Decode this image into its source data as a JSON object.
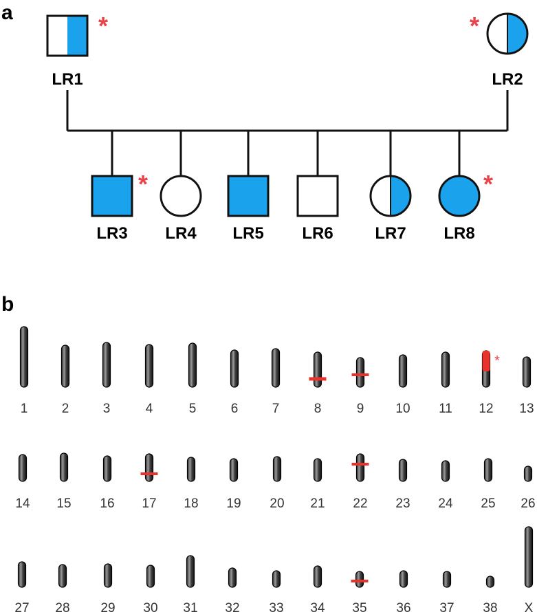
{
  "panel_a": {
    "letter": "a",
    "individuals": [
      {
        "id": "LR1",
        "label": "LR1",
        "sex": "male",
        "fill": "half",
        "asterisk": true
      },
      {
        "id": "LR2",
        "label": "LR2",
        "sex": "female",
        "fill": "half",
        "asterisk": true
      },
      {
        "id": "LR3",
        "label": "LR3",
        "sex": "male",
        "fill": "full",
        "asterisk": true
      },
      {
        "id": "LR4",
        "label": "LR4",
        "sex": "female",
        "fill": "none",
        "asterisk": false
      },
      {
        "id": "LR5",
        "label": "LR5",
        "sex": "male",
        "fill": "full",
        "asterisk": false
      },
      {
        "id": "LR6",
        "label": "LR6",
        "sex": "male",
        "fill": "none",
        "asterisk": false
      },
      {
        "id": "LR7",
        "label": "LR7",
        "sex": "female",
        "fill": "half",
        "asterisk": false
      },
      {
        "id": "LR8",
        "label": "LR8",
        "sex": "female",
        "fill": "full",
        "asterisk": true
      }
    ],
    "asterisk_symbol": "*"
  },
  "panel_b": {
    "letter": "b",
    "chromosomes": [
      {
        "label": "1"
      },
      {
        "label": "2"
      },
      {
        "label": "3"
      },
      {
        "label": "4"
      },
      {
        "label": "5"
      },
      {
        "label": "6"
      },
      {
        "label": "7"
      },
      {
        "label": "8",
        "marked": true
      },
      {
        "label": "9",
        "marked": true
      },
      {
        "label": "10"
      },
      {
        "label": "11"
      },
      {
        "label": "12",
        "marked": true,
        "asterisk": true
      },
      {
        "label": "13"
      },
      {
        "label": "14"
      },
      {
        "label": "15"
      },
      {
        "label": "16"
      },
      {
        "label": "17",
        "marked": true
      },
      {
        "label": "18"
      },
      {
        "label": "19"
      },
      {
        "label": "20"
      },
      {
        "label": "21"
      },
      {
        "label": "22",
        "marked": true
      },
      {
        "label": "23"
      },
      {
        "label": "24"
      },
      {
        "label": "25"
      },
      {
        "label": "26"
      },
      {
        "label": "27"
      },
      {
        "label": "28"
      },
      {
        "label": "29"
      },
      {
        "label": "30"
      },
      {
        "label": "31"
      },
      {
        "label": "32"
      },
      {
        "label": "33"
      },
      {
        "label": "34"
      },
      {
        "label": "35",
        "marked": true
      },
      {
        "label": "36"
      },
      {
        "label": "37"
      },
      {
        "label": "38"
      },
      {
        "label": "X"
      }
    ],
    "asterisk_symbol": "*"
  },
  "colors": {
    "affected": "#1aa3ec",
    "marker": "#e8332d",
    "asterisk": "#e8424a",
    "line": "#111111"
  }
}
